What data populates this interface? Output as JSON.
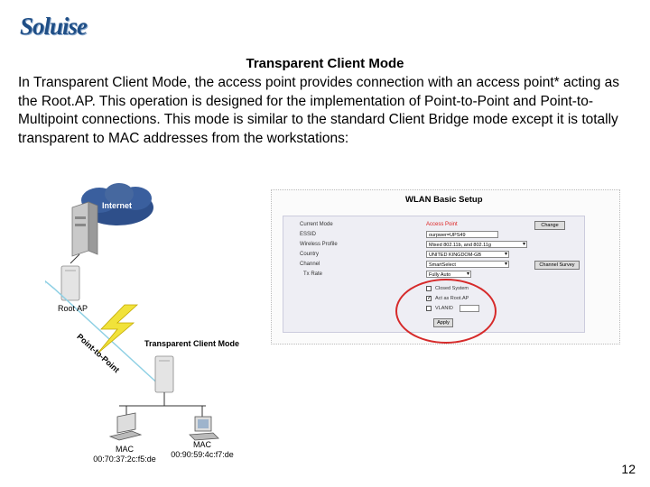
{
  "logo": {
    "text": "Soluise"
  },
  "slide": {
    "title": "Transparent Client Mode",
    "body": "In Transparent Client Mode, the access point provides connection with an access point* acting as the Root.AP. This operation is designed for the  implementation of Point-to-Point and Point-to-Multipoint connections. This mode is similar to the standard Client Bridge mode except it is totally transparent to MAC addresses from the workstations:",
    "page_number": "12"
  },
  "diagram": {
    "internet_label": "Internet",
    "root_ap_label": "Root AP",
    "link_label": "Point-to-Point",
    "client_label": "Transparent Client Mode",
    "mac_left": {
      "label": "MAC",
      "address": "00:70:37:2c:f5:de"
    },
    "mac_right": {
      "label": "MAC",
      "address": "00:90:59:4c:f7:de"
    }
  },
  "wlan": {
    "title": "WLAN Basic Setup",
    "rows": [
      {
        "label": "Current Mode",
        "value": "Access Point"
      },
      {
        "label": "ESSID",
        "value": "ourpwer=UPS49"
      },
      {
        "label": "Wireless Profile",
        "value": "Mixed 802.11b, and 802.11g"
      },
      {
        "label": "Country",
        "value": "UNITED KINGDOM-GB"
      },
      {
        "label": "Channel",
        "value": "SmartSelect"
      },
      {
        "label": "Tx Rate",
        "value": "Fully Auto"
      }
    ],
    "change_button": "Change",
    "survey_button": "Channel Survey",
    "checks": [
      {
        "label": "Closed System",
        "checked": false
      },
      {
        "label": "Act as Root.AP",
        "checked": true
      },
      {
        "label": "VLANID",
        "checked": false
      }
    ],
    "apply_button": "Apply",
    "colors": {
      "highlight": "#d62a2a",
      "panel_bg": "#eeeef4"
    }
  }
}
